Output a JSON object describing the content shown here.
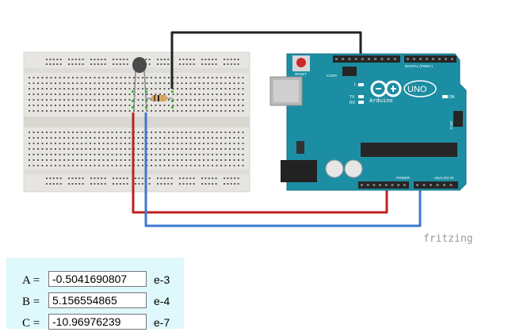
{
  "diagram": {
    "watermark": "fritzing",
    "board": {
      "reset_label": "RESET",
      "icsp2_label": "ICSP2",
      "icsp_label": "ICSP",
      "l_label": "L",
      "tx_label": "TX",
      "rx_label": "RX",
      "uno_label": "UNO",
      "brand_label": "Arduino",
      "on_label": "ON",
      "digital_label": "DIGITAL (PWM~)",
      "power_label": "POWER",
      "analog_label": "ANALOG IN"
    }
  },
  "coefficients": [
    {
      "label": "A =",
      "value": "-0.5041690807",
      "exponent": "e-3"
    },
    {
      "label": "B =",
      "value": "5.156554865",
      "exponent": "e-4"
    },
    {
      "label": "C =",
      "value": "-10.96976239",
      "exponent": "e-7"
    }
  ]
}
